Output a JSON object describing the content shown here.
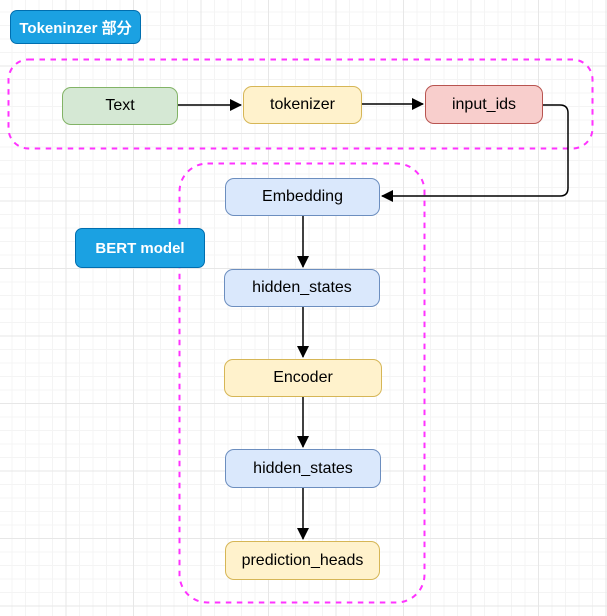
{
  "diagram": {
    "sections": {
      "tokenizer": {
        "label": "Tokeninzer 部分"
      },
      "bert": {
        "label": "BERT model"
      }
    },
    "nodes": [
      {
        "id": "text",
        "label": "Text",
        "color": "green"
      },
      {
        "id": "tokenizer",
        "label": "tokenizer",
        "color": "yellow"
      },
      {
        "id": "input_ids",
        "label": "input_ids",
        "color": "red"
      },
      {
        "id": "embedding",
        "label": "Embedding",
        "color": "blue"
      },
      {
        "id": "hidden_states_1",
        "label": "hidden_states",
        "color": "blue"
      },
      {
        "id": "encoder",
        "label": "Encoder",
        "color": "yellow"
      },
      {
        "id": "hidden_states_2",
        "label": "hidden_states",
        "color": "blue"
      },
      {
        "id": "prediction_heads",
        "label": "prediction_heads",
        "color": "yellow"
      }
    ],
    "edges": [
      {
        "from": "Text",
        "to": "tokenizer"
      },
      {
        "from": "tokenizer",
        "to": "input_ids"
      },
      {
        "from": "input_ids",
        "to": "Embedding"
      },
      {
        "from": "Embedding",
        "to": "hidden_states (1)"
      },
      {
        "from": "hidden_states (1)",
        "to": "Encoder"
      },
      {
        "from": "Encoder",
        "to": "hidden_states (2)"
      },
      {
        "from": "hidden_states (2)",
        "to": "prediction_heads"
      }
    ],
    "colors": {
      "section_label_fill": "#1ba1e2",
      "section_label_border": "#006eaf",
      "section_label_text": "#ffffff",
      "dashed_container": "#ff33ff",
      "node_green_fill": "#d5e8d4",
      "node_green_border": "#82b366",
      "node_yellow_fill": "#fff2cc",
      "node_yellow_border": "#d6b656",
      "node_red_fill": "#f8cecc",
      "node_red_border": "#b85450",
      "node_blue_fill": "#dae8fc",
      "node_blue_border": "#6c8ebf",
      "arrow": "#000000",
      "node_text": "#000000",
      "canvas_background": "#ffffff"
    }
  }
}
